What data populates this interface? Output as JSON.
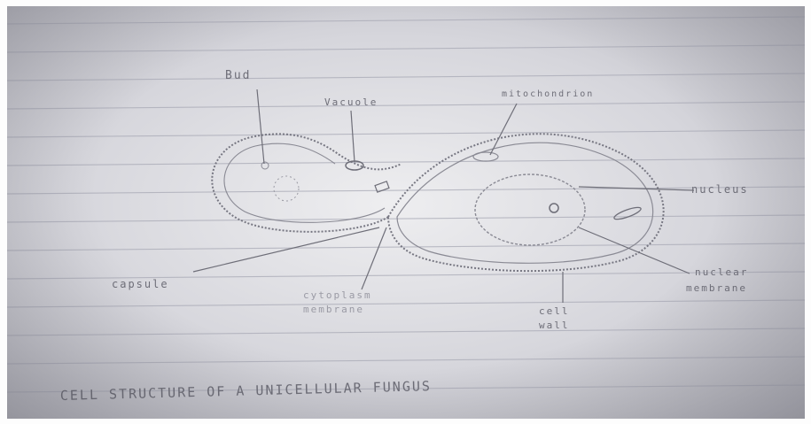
{
  "labels": {
    "bud": "Bud",
    "vacuole": "Vacuole",
    "mitochondrion": "mitochondrion",
    "nucleus": "nucleus",
    "nuclear_membrane_line1": "nuclear",
    "nuclear_membrane_line2": "membrane",
    "cell_wall_line1": "cell",
    "cell_wall_line2": "wall",
    "capsule": "capsule",
    "cytoplasm_line1": "cytoplasm",
    "cytoplasm_line2": "membrane"
  },
  "caption": "CELL STRUCTURE OF A UNICELLULAR FUNGUS",
  "colors": {
    "pencil": "#6e6e78",
    "paper": "#dcdce2",
    "rule": "#a9aab6"
  }
}
